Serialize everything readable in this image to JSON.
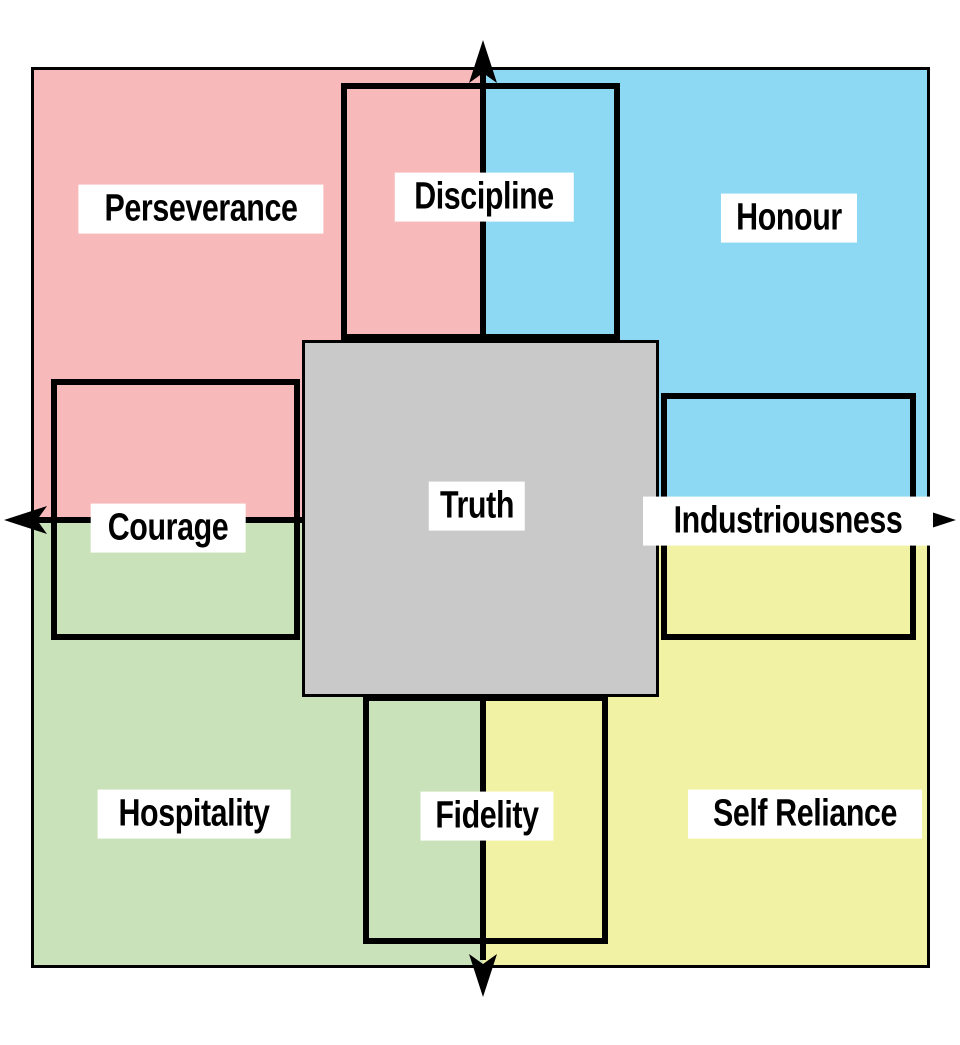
{
  "diagram": {
    "background_color": "#ffffff",
    "line_color": "#000000",
    "label_background": "#ffffff",
    "label_text_color": "#000000"
  },
  "quadrants": [
    {
      "id": "top-left",
      "label": "Perseverance",
      "color": "#f7b9ba"
    },
    {
      "id": "top-right",
      "label": "Honour",
      "color": "#8dd9f3"
    },
    {
      "id": "bottom-left",
      "label": "Hospitality",
      "color": "#cae2b9"
    },
    {
      "id": "bottom-right",
      "label": "Self Reliance",
      "color": "#f2f2a4"
    }
  ],
  "center": {
    "label": "Truth",
    "color": "#c9c9c9"
  },
  "axis_boxes": [
    {
      "id": "top",
      "label": "Discipline"
    },
    {
      "id": "left",
      "label": "Courage"
    },
    {
      "id": "right",
      "label": "Industriousness"
    },
    {
      "id": "bottom",
      "label": "Fidelity"
    }
  ]
}
